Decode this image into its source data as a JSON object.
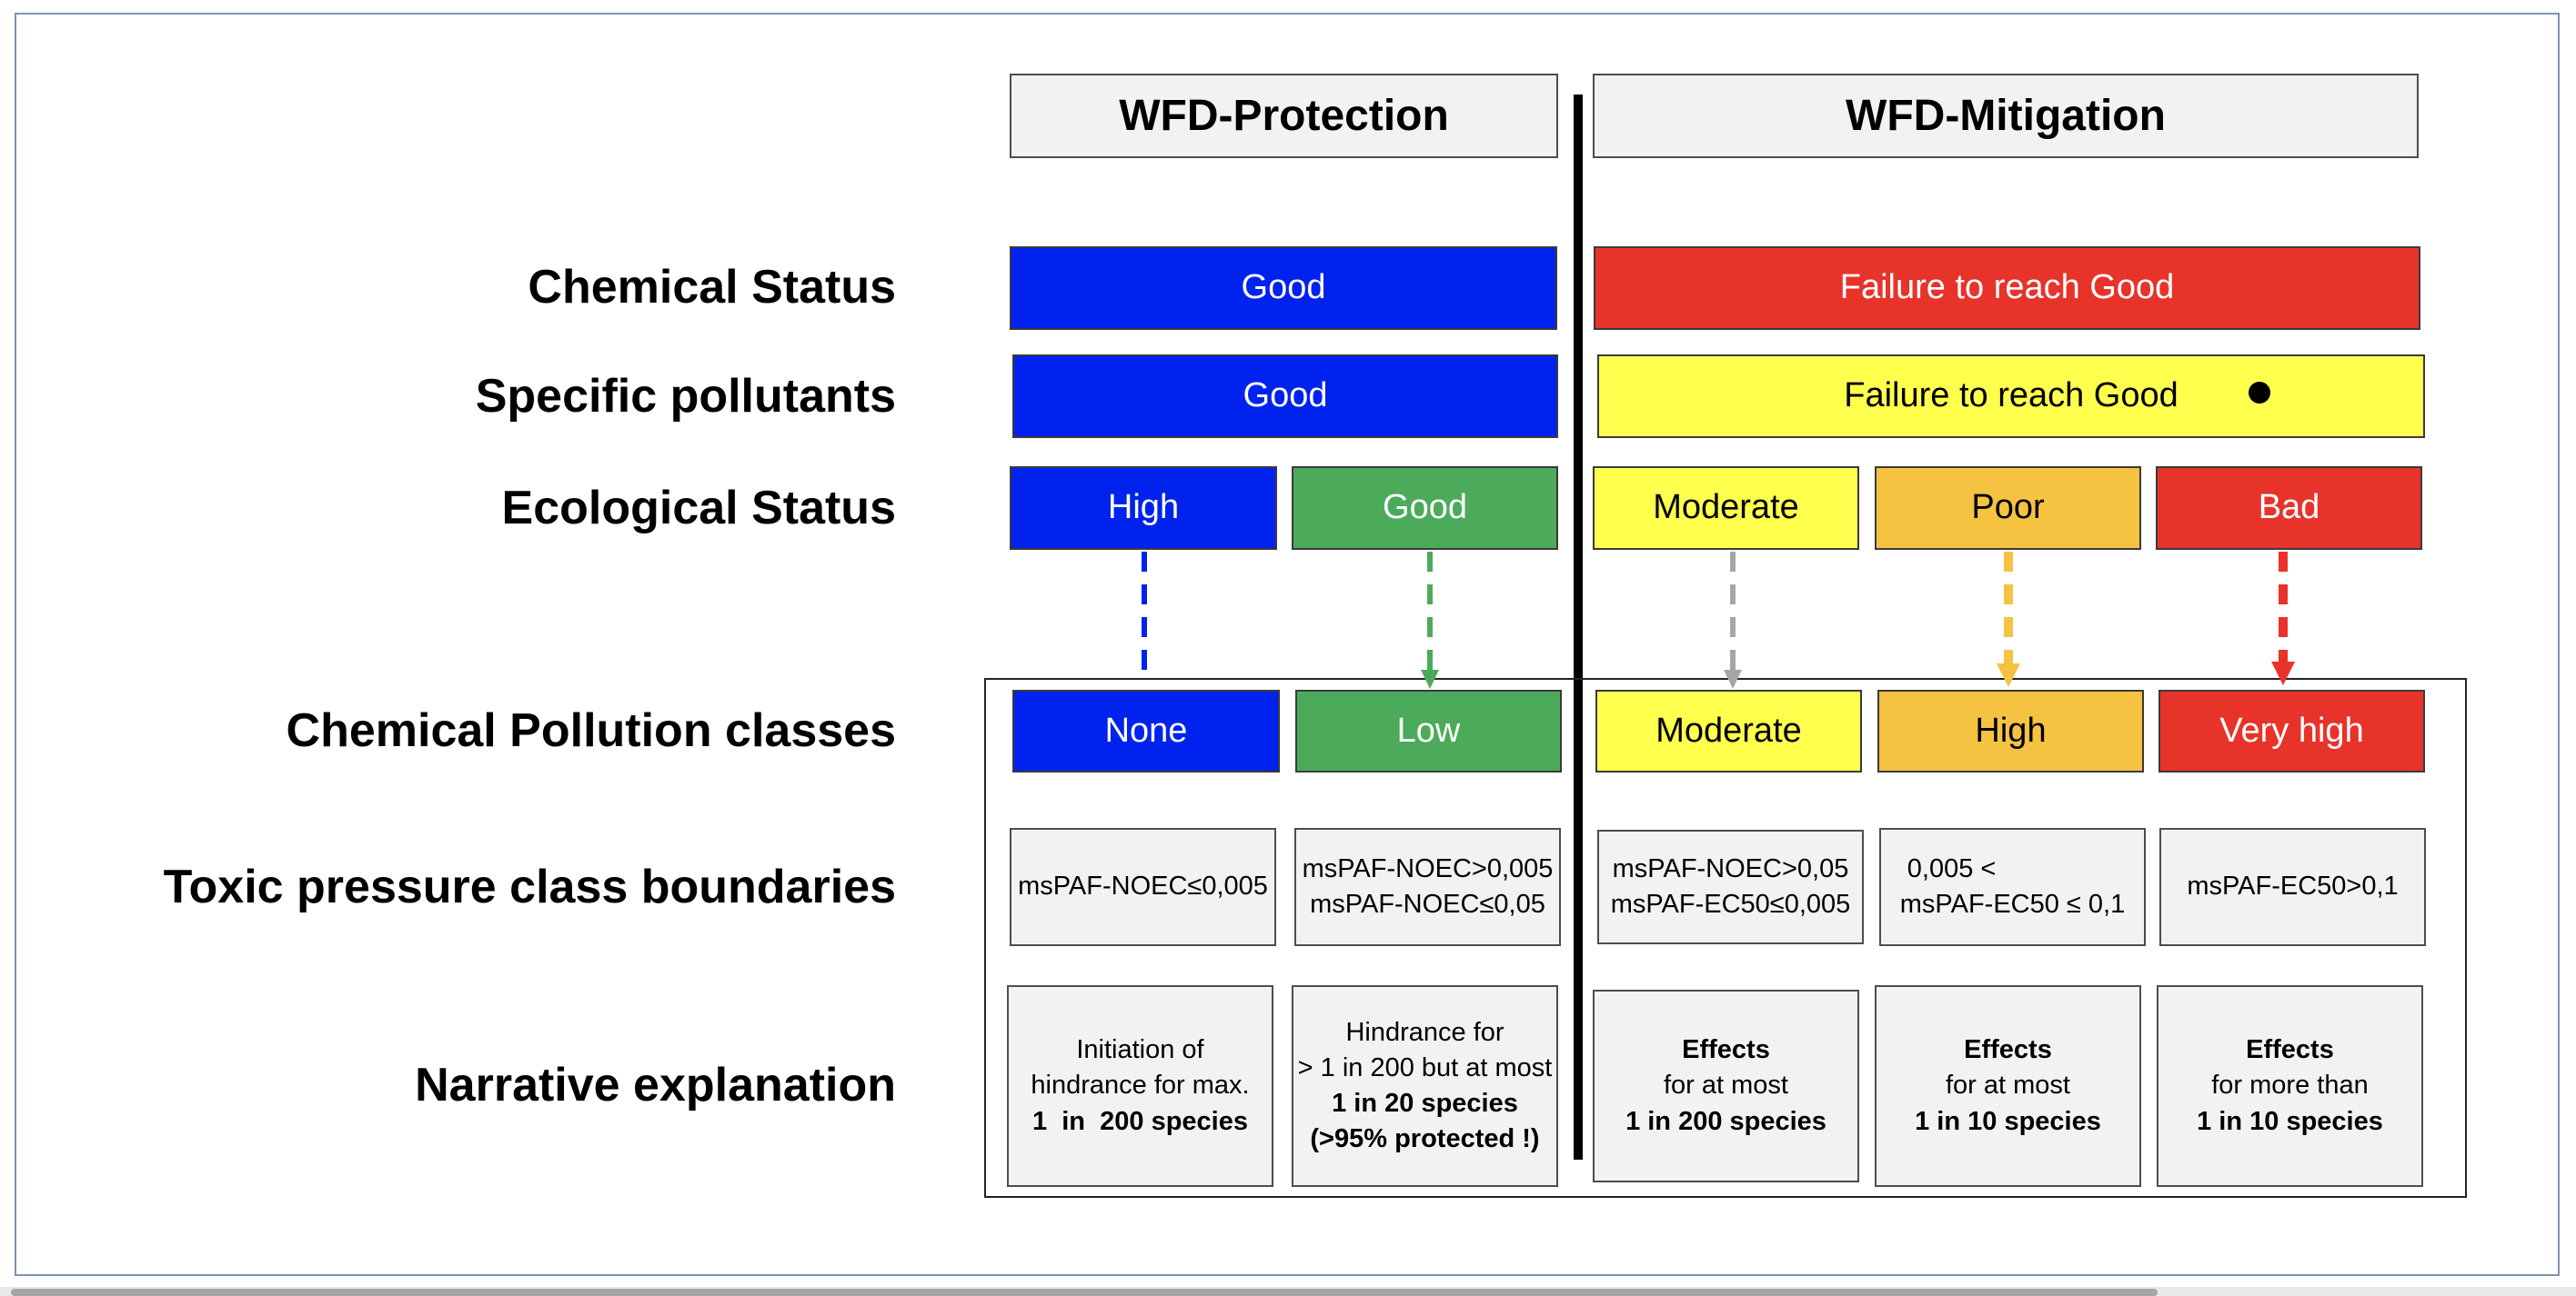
{
  "headers": {
    "protection": "WFD-Protection",
    "mitigation": "WFD-Mitigation"
  },
  "row_labels": {
    "chemical_status": "Chemical Status",
    "specific_pollutants": "Specific pollutants",
    "ecological_status": "Ecological Status",
    "chemical_pollution_classes": "Chemical Pollution classes",
    "toxic_pressure": "Toxic pressure class boundaries",
    "narrative": "Narrative explanation"
  },
  "chemical_status": {
    "protection": "Good",
    "mitigation": "Failure to reach Good"
  },
  "specific_pollutants": {
    "protection": "Good",
    "mitigation": "Failure to reach Good"
  },
  "ecological_status": [
    "High",
    "Good",
    "Moderate",
    "Poor",
    "Bad"
  ],
  "pollution_classes": [
    "None",
    "Low",
    "Moderate",
    "High",
    "Very high"
  ],
  "toxic_pressure": [
    [
      "msPAF-NOEC≤0,005"
    ],
    [
      "msPAF-NOEC>0,005",
      "msPAF-NOEC≤0,05"
    ],
    [
      "msPAF-NOEC>0,05",
      "msPAF-EC50≤0,005"
    ],
    [
      "0,005 <",
      "msPAF-EC50 ≤ 0,1"
    ],
    [
      "msPAF-EC50>0,1"
    ]
  ],
  "narrative": {
    "none": {
      "line1": "Initiation of",
      "line2": "hindrance for max.",
      "line3": "1  in  200 species"
    },
    "low": {
      "line1": "Hindrance for",
      "line2": "> 1 in 200 but at most",
      "line3": "1 in 20 species",
      "line4": "(>95% protected !)"
    },
    "moderate": {
      "line1": "Effects",
      "line2": "for at most",
      "line3": "1 in 200 species"
    },
    "high": {
      "line1": "Effects",
      "line2": "for at most",
      "line3": "1 in 10 species"
    },
    "very_high": {
      "line1": "Effects",
      "line2": "for more than",
      "line3": "1 in 10 species"
    }
  },
  "colors": {
    "blue": "#0022ee",
    "green": "#4cab5a",
    "yellow": "#ffff4d",
    "orange": "#f5c242",
    "red": "#e8332a",
    "arrow_grey": "#a6a6a6"
  }
}
